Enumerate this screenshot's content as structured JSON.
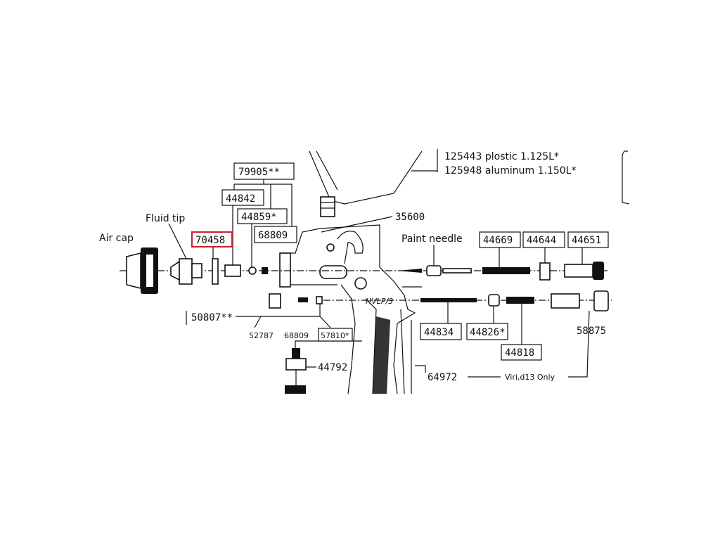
{
  "diagram": {
    "cup_options": [
      "125443 plostic 1.125L*",
      "125948 aluminum 1.150L*"
    ],
    "labels": {
      "air_cap": "Air cap",
      "fluid_tip": "Fluid tip",
      "paint_needle": "Paint needle",
      "viri_only": "Viri,d13 Only",
      "gun_marking": "HVLP/3"
    },
    "parts": {
      "p79905": "79905**",
      "p44842": "44842",
      "p44859": "44859*",
      "p68809": "68809",
      "p70458": "70458",
      "p35600": "35600",
      "p44669": "44669",
      "p44644": "44644",
      "p44651": "44651",
      "p50807": "50807**",
      "p52787": "52787",
      "p68809b": "68809",
      "p57810": "57810*",
      "p44834": "44834",
      "p44826": "44826*",
      "p44818": "44818",
      "p58875": "58875",
      "p44792": "44792",
      "p64972": "64972"
    },
    "highlight_color": "#c8202a"
  }
}
